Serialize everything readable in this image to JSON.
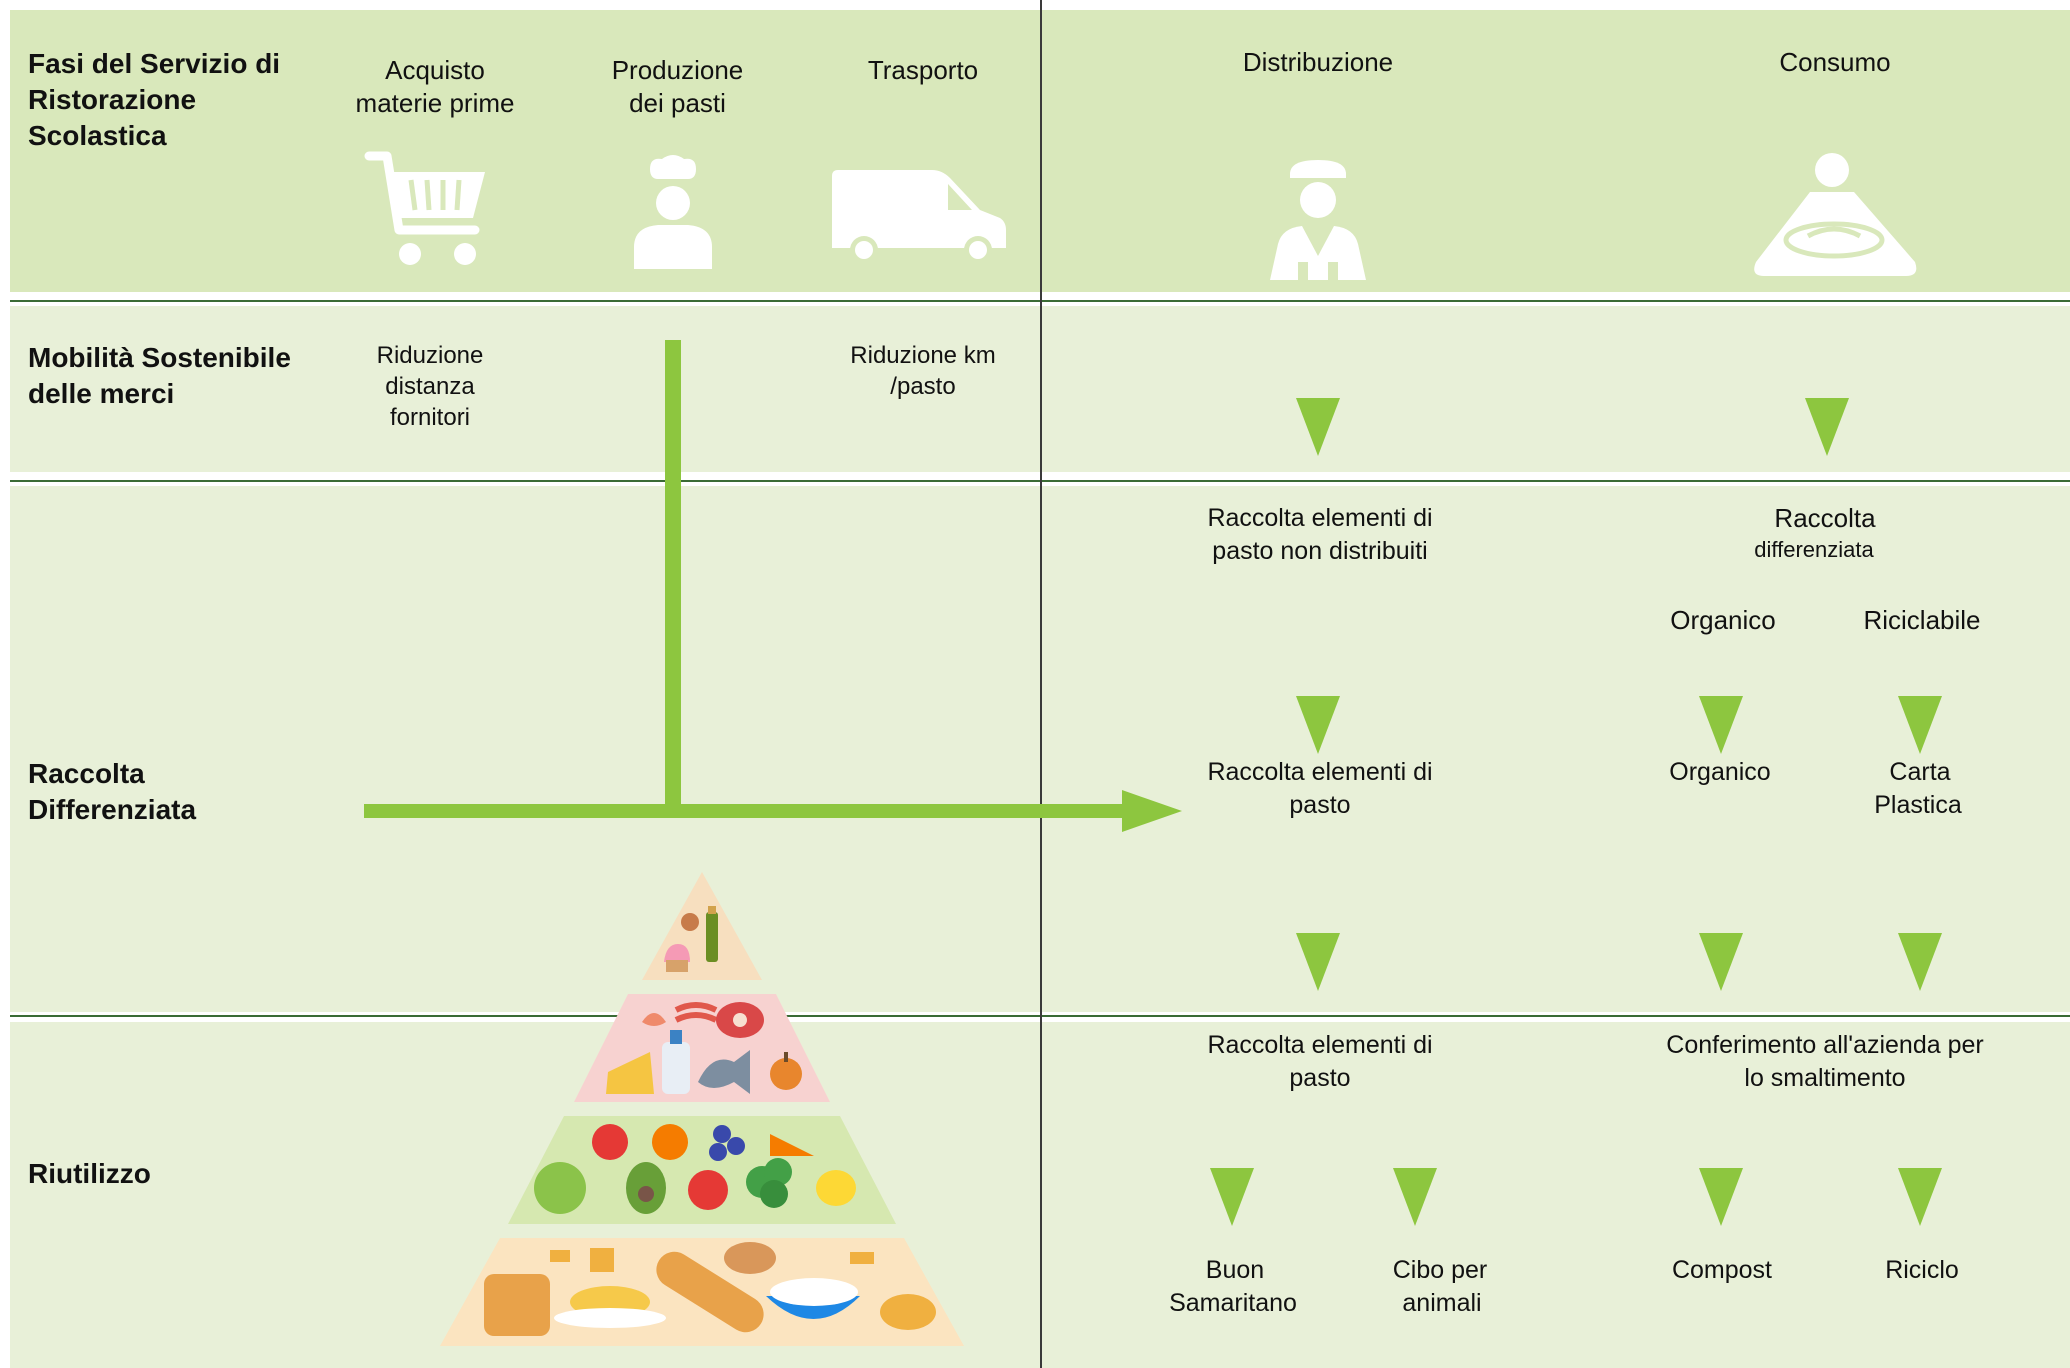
{
  "colors": {
    "header_band": "#d9e8bb",
    "light_band": "#e8f0d8",
    "arrow": "#8dc63f",
    "divider": "#3a6b35",
    "icon": "#ffffff"
  },
  "rows": {
    "phases": "Fasi del Servizio di Ristorazione Scolastica",
    "mobility": "Mobilità Sostenibile delle merci",
    "collection": "Raccolta Differenziata",
    "reuse": "Riutilizzo"
  },
  "phases": {
    "acquisto": "Acquisto materie prime",
    "produzione": "Produzione dei pasti",
    "trasporto": "Trasporto",
    "distribuzione": "Distribuzione",
    "consumo": "Consumo"
  },
  "icons": {
    "acquisto": "shopping-cart-icon",
    "produzione": "chef-icon",
    "trasporto": "delivery-van-icon",
    "distribuzione": "server-waiter-icon",
    "consumo": "diner-person-icon",
    "pyramid": "food-pyramid-icon"
  },
  "mobility": {
    "riduzione_distanza": "Riduzione distanza fornitori",
    "riduzione_km": "Riduzione km /pasto"
  },
  "collection": {
    "raccolta_non_distribuiti": "Raccolta elementi di pasto non distribuiti",
    "raccolta_diff_title": "Raccolta",
    "raccolta_diff_sub": "differenziata",
    "organico_header": "Organico",
    "riciclabile_header": "Riciclabile",
    "raccolta_elementi": "Raccolta elementi di pasto",
    "organico": "Organico",
    "carta": "Carta",
    "plastica": "Plastica"
  },
  "reuse": {
    "raccolta_elementi": "Raccolta elementi di pasto",
    "conferimento": "Conferimento all'azienda per lo smaltimento",
    "buon": "Buon",
    "samaritano": "Samaritano",
    "cibo": "Cibo per",
    "animali": "animali",
    "compost": "Compost",
    "riciclo": "Riciclo"
  }
}
